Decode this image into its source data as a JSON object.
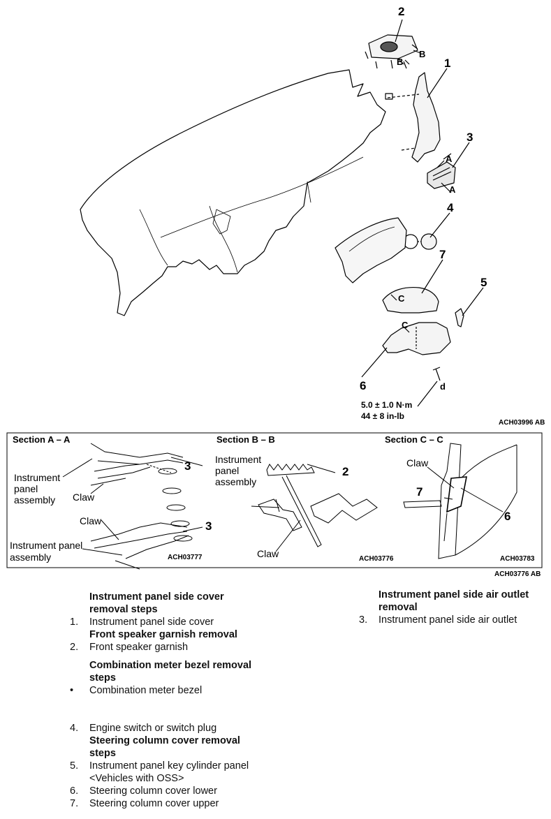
{
  "diagram": {
    "callouts": [
      "1",
      "2",
      "3",
      "4",
      "5",
      "6",
      "7"
    ],
    "arrow_letters": [
      "A",
      "A",
      "B",
      "B",
      "C",
      "C"
    ],
    "fastener_letter": "d",
    "torque": {
      "line1": "5.0 ± 1.0 N·m",
      "line2": "44 ± 8 in-lb"
    },
    "figure_code": "ACH03996 AB"
  },
  "sections": {
    "a": {
      "title": "Section A – A",
      "instrument_panel_assembly": [
        "Instrument",
        "panel",
        "assembly"
      ],
      "claw_1": "Claw",
      "claw_2": "Claw",
      "instrument_panel_assembly_2": [
        "Instrument panel",
        "assembly"
      ],
      "callout_1": "3",
      "callout_2": "3",
      "code": "ACH03777"
    },
    "b": {
      "title": "Section B – B",
      "instrument_panel_assembly": [
        "Instrument",
        "panel",
        "assembly"
      ],
      "claw": "Claw",
      "callout": "2",
      "code": "ACH03776"
    },
    "c": {
      "title": "Section C – C",
      "claw": "Claw",
      "callout_7": "7",
      "callout_6": "6",
      "code": "ACH03783"
    },
    "frame_code": "ACH03776 AB"
  },
  "steps_left": {
    "side_cover_header": [
      "Instrument panel side cover",
      "removal steps"
    ],
    "item1": {
      "num": "1.",
      "text": "Instrument panel side cover"
    },
    "speaker_header": "Front speaker garnish removal",
    "item2": {
      "num": "2.",
      "text": "Front speaker garnish"
    },
    "bezel_header": [
      "Combination meter bezel removal",
      "steps"
    ],
    "bezel_item": {
      "bullet": "•",
      "text": "Combination meter bezel"
    },
    "item4": {
      "num": "4.",
      "text": "Engine switch or switch plug"
    },
    "column_header": [
      "Steering column cover removal",
      "steps"
    ],
    "item5": {
      "num": "5.",
      "text": [
        "Instrument panel key cylinder panel",
        "<Vehicles with OSS>"
      ]
    },
    "item6": {
      "num": "6.",
      "text": "Steering column cover lower"
    },
    "item7": {
      "num": "7.",
      "text": "Steering column cover upper"
    }
  },
  "steps_right": {
    "outlet_header": [
      "Instrument panel side air outlet",
      "removal"
    ],
    "item3": {
      "num": "3.",
      "text": "Instrument panel side air outlet"
    }
  }
}
